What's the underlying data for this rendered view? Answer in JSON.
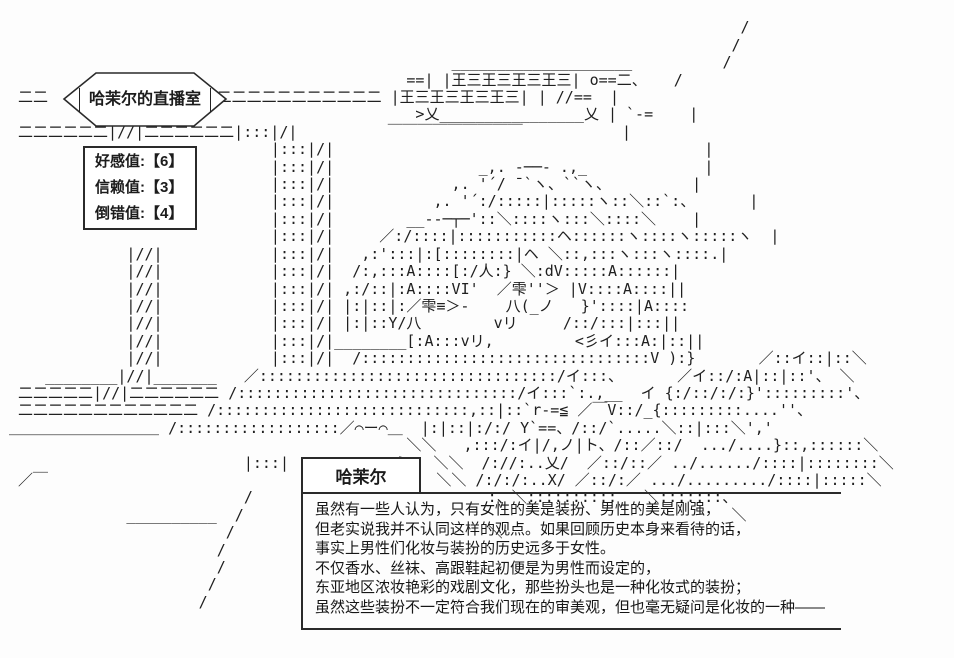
{
  "scene": {
    "description_label": "ascii-art live stream scene",
    "ascii_lines": [
      "",
      "                                                                                  /",
      "                                                                                 /",
      "                                                  ____________________          /",
      "                                             ==| |王三王三王三王三| o==二、   /",
      "  二二                 二二二二二二二二二二二二 |王三王三王三王三| | //==  |",
      "                                              >乂________________乂 | `-=    |",
      "  二二二二二二|//|二二二二二二|:::|/|          ￣￣￣￣￣￣￣￣￣           |",
      "                              |:::|/|                                         |",
      "                              |:::|/|                _,. -──- .,_             |",
      "                              |:::|/|             ,. '´/ ̄ `ヽ、``ヽ、         |",
      "                              |:::|/|           ,. '´:/:::::|:::::ヽ::＼::`:、      |",
      "                              |:::|/|        __--─┬─'::＼::::ヽ:::＼::::＼    |",
      "                              |:::|/|     ／:/::::|:::::::::::ヘ::::::ヽ::::ヽ:::::ヽ  |",
      "              |//|            |:::|/|   ,:':::|:[::::::::|ヘ ＼::,:::ヽ:::ヽ::::.|",
      "              |//|            |:::|/|  /:,:::A::::[:/人:} ＼:dV:::::A::::::|",
      "              |//|            |:::|/| ,:/::|:A::::VI'  ／雫''＞ |V::::A::::||",
      "              |//|            |:::|/| |:|::|:／雫≡＞-    八(_ノ   }'::::|A::::",
      "              |//|            |:::|/| |:|::Y/八        vリ     /::/:::|:::||",
      "              |//|            |:::|/|________[:A:::vリ,         <彡イ:::A:|::||",
      "              |//|            |:::|/|  /::::::::::::::::::::::::::::::::V ):}       ／::イ::|::＼",
      "     ________|//|_______   ／:::::::::::::::::::::::::::::::::/イ:::、      ／イ::/:A|::|::'、 ＼",
      "  二二二二二|//|二二二二二二 /:::::::::::::::::::::::::::::::/イ:::`:.,__  イ {:/::/:/:}':::::::::'、",
      "  二二二二二二二二二二二二 /::::::::::::::::::::::::::::,::|::`r-=≦ ／￣V::/_{:::::::::....''、",
      " ＿＿＿＿＿＿＿＿＿＿ /::::::::::::::::::／⌒ー⌒＿  |:|::|:/:/ Y`==、/::/`.....＼::|:::＼','",
      "                                             ＼＼   ,:::/:イ|/,ノ|ト、/::／::/  .../....}::,::::::＼",
      "                           |:::|            }   ＼＼  /://:..乂/  ／::/::／ ../....../::::|::::::::＼",
      "  ／￣                                      }    ＼＼ /:/:/:..X/ ／::/:／ .../........./::::|:::::＼",
      "                           /                          :、＼::::::::::   ＼:::::::、",
      "              __________  /                                                      ＼",
      "                         /                            ＼",
      "                        /",
      "                        /",
      "                       /",
      "                      /",
      "",
      ""
    ]
  },
  "bubble": {
    "title": "哈茉尔的直播室"
  },
  "stats": {
    "lines": [
      "好感值:【6】",
      "信赖值:【3】",
      "倒错值:【4】"
    ]
  },
  "speaker": {
    "name": "哈茉尔"
  },
  "dialogue": {
    "lines": [
      "虽然有一些人认为，只有女性的美是装扮、男性的美是刚强，",
      "但老实说我并不认同这样的观点。如果回顾历史本身来看待的话，",
      "事实上男性们化妆与装扮的历史远多于女性。",
      "不仅香水、丝袜、高跟鞋起初便是为男性而设定的，",
      "东亚地区浓妆艳彩的戏剧文化，那些扮头也是一种化妆式的装扮；",
      "虽然这些装扮不一定符合我们现在的审美观，但也毫无疑问是化妆的一种——"
    ]
  },
  "colors": {
    "ink": "#1c1c1c",
    "background": "#fdfdfd"
  }
}
